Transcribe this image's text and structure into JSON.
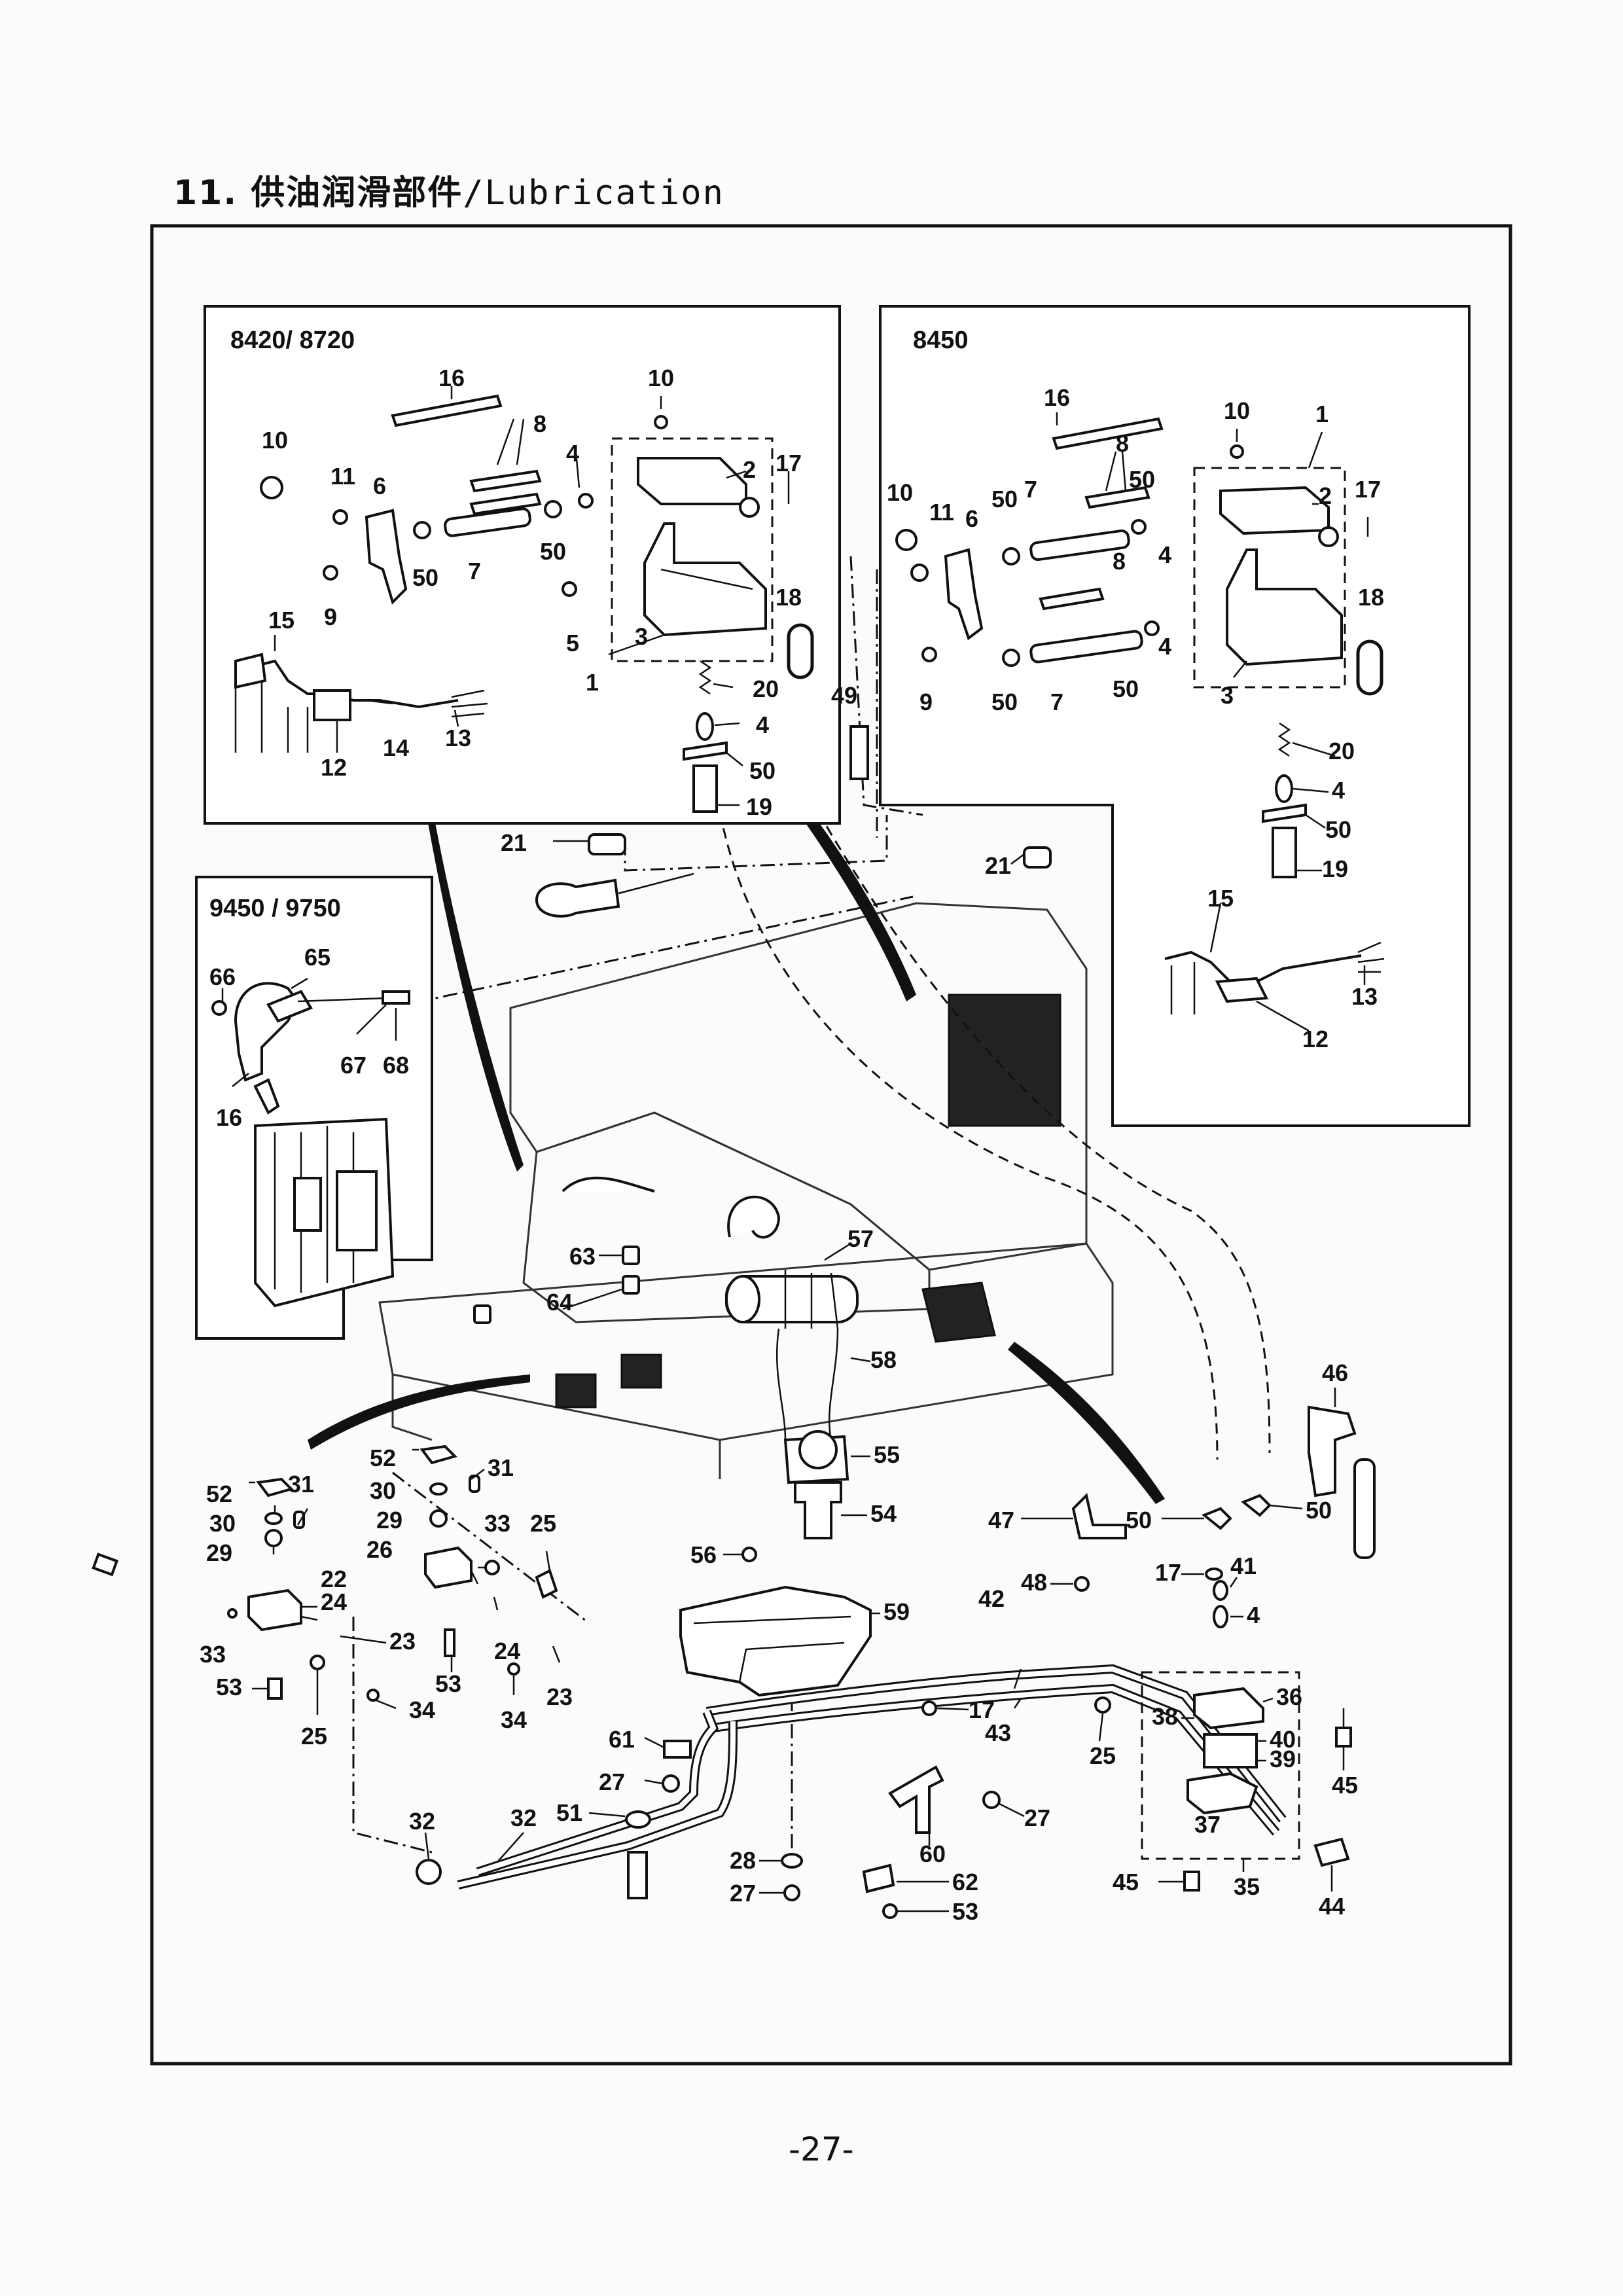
{
  "title": {
    "zh": "11. 供油润滑部件",
    "en": "/Lubrication"
  },
  "page_number": "-27-",
  "insets": [
    {
      "id": "8420-8720",
      "title": "8420/ 8720"
    },
    {
      "id": "8450",
      "title": "8450"
    },
    {
      "id": "9450-9750",
      "title": "9450 / 9750"
    }
  ],
  "labels": {
    "a": [
      "16",
      "10",
      "8",
      "10",
      "11",
      "6",
      "4",
      "2",
      "17",
      "50",
      "7",
      "50",
      "9",
      "5",
      "3",
      "18",
      "15",
      "1",
      "20",
      "4",
      "14",
      "13",
      "12",
      "50",
      "49",
      "19",
      "21"
    ],
    "b": [
      "16",
      "10",
      "1",
      "8",
      "10",
      "11",
      "6",
      "50",
      "7",
      "50",
      "2",
      "17",
      "4",
      "8",
      "18",
      "9",
      "50",
      "7",
      "50",
      "4",
      "3",
      "20",
      "4",
      "50",
      "21",
      "19",
      "15",
      "13",
      "12"
    ],
    "c": [
      "66",
      "65",
      "67",
      "68",
      "16"
    ],
    "m": [
      "63",
      "64",
      "57",
      "58",
      "55",
      "54",
      "56",
      "46",
      "52",
      "31",
      "30",
      "29",
      "33",
      "25",
      "26",
      "22",
      "24",
      "23",
      "53",
      "34",
      "25",
      "52",
      "31",
      "30",
      "29",
      "33",
      "24",
      "23",
      "53",
      "34",
      "47",
      "50",
      "50",
      "48",
      "17",
      "41",
      "4",
      "42",
      "59",
      "17",
      "43",
      "36",
      "38",
      "40",
      "39",
      "25",
      "45",
      "61",
      "27",
      "27",
      "51",
      "32",
      "32",
      "28",
      "60",
      "27",
      "62",
      "53",
      "45",
      "37",
      "35",
      "44"
    ]
  },
  "colors": {
    "ink": "#111111",
    "paper": "#fbfbf9"
  }
}
